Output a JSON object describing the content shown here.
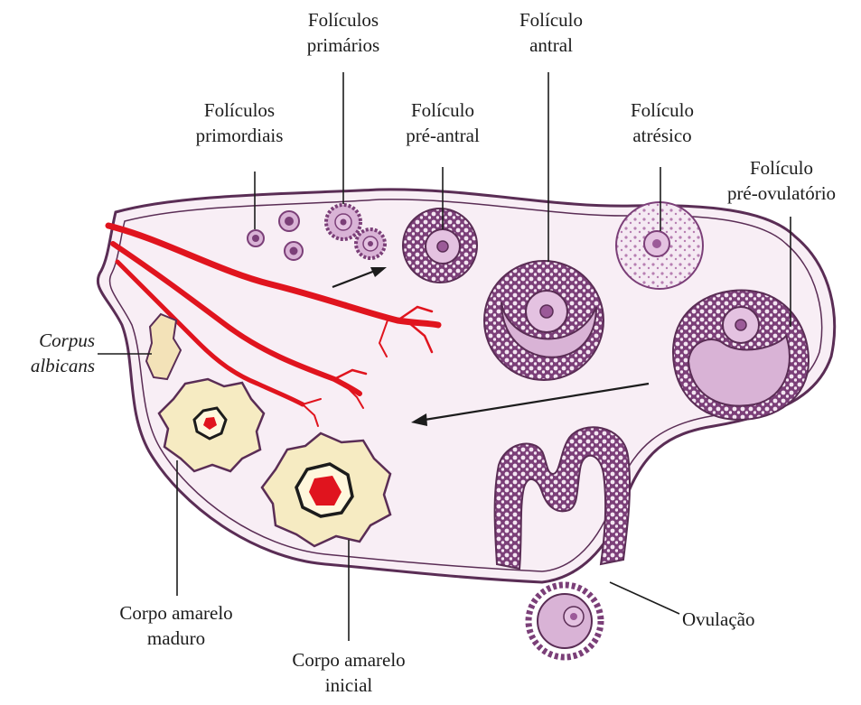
{
  "labels": {
    "primordiais": [
      "Folículos",
      "primordiais"
    ],
    "primarios": [
      "Folículos",
      "primários"
    ],
    "pre_antral": [
      "Folículo",
      "pré-antral"
    ],
    "antral": [
      "Folículo",
      "antral"
    ],
    "atresico": [
      "Folículo",
      "atrésico"
    ],
    "pre_ovulatorio": [
      "Folículo",
      "pré-ovulatório"
    ],
    "corpus_albicans": [
      "Corpus",
      "albicans"
    ],
    "corpo_maduro": [
      "Corpo amarelo",
      "maduro"
    ],
    "corpo_inicial": [
      "Corpo amarelo",
      "inicial"
    ],
    "ovulacao": "Ovulação"
  },
  "colors": {
    "stroma": "#f8eef5",
    "follicle_dark": "#7b3f78",
    "follicle_light": "#d9b3d6",
    "oocyte": "#e4c2e1",
    "vessel": "#e0141e",
    "corpus_luteum": "#f6ebc2",
    "corpus_albicans": "#f3e2b8"
  }
}
